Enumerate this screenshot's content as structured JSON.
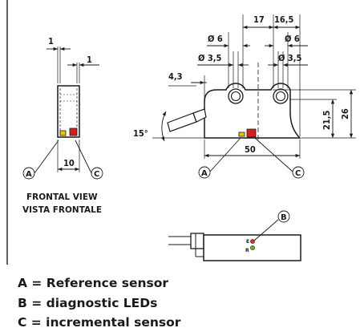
{
  "dimensions": {
    "front_w1": "1",
    "front_w2": "1",
    "front_width": "10",
    "dist_17": "17",
    "dist_16_5": "16,5",
    "hole_left": "Ø 6",
    "hole_right": "Ø 6",
    "cbore_left": "Ø 3,5",
    "cbore_right": "Ø 3,5",
    "offset_4_3": "4,3",
    "angle": "15°",
    "length": "50",
    "height_21_5": "21,5",
    "height_26": "26"
  },
  "callouts": {
    "a_front": "A",
    "c_front": "C",
    "a_side": "A",
    "c_side": "C",
    "b_bottom": "B",
    "led_e": "E",
    "led_r": "R"
  },
  "view_caption": {
    "line1": "FRONTAL VIEW",
    "line2": "VISTA FRONTALE"
  },
  "legend": {
    "a": "A = Reference sensor",
    "b": "B = diagnostic LEDs",
    "c": "C = incremental sensor"
  },
  "colors": {
    "reference_sensor": "#f2c200",
    "incremental_sensor": "#d81e1e",
    "led_green": "#5cb82e",
    "led_red": "#d8352a"
  }
}
